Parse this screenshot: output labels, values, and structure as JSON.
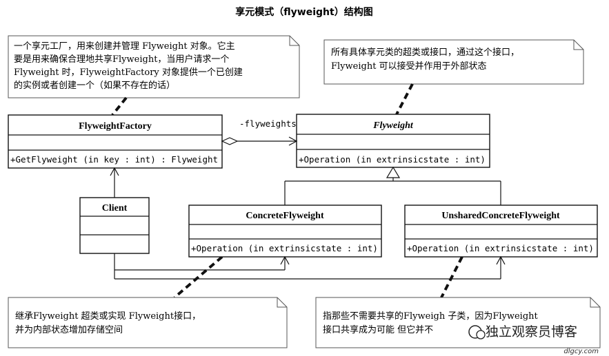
{
  "title": "享元模式（flyweight）结构图",
  "notes": {
    "factory": [
      "一个享元工厂，用来创建并管理 Flyweight 对象。它主",
      "要是用来确保合理地共享Flyweight，当用户请求一个",
      "Flyweight 时，FlyweightFactory 对象提供一个已创建",
      "的实例或者创建一个（如果不存在的话）"
    ],
    "flyweight": [
      "所有具体享元类的超类或接口，通过这个接口，",
      "Flyweight 可以接受并作用于外部状态"
    ],
    "concrete": [
      "继承Flyweight 超类或实现 Flyweight接口，",
      "并为内部状态增加存储空间"
    ],
    "unshared": [
      "指那些不需要共享的Flyweigh 子类，因为Flyweight",
      "接口共享成为可能  但它并不"
    ]
  },
  "classes": {
    "factory": {
      "name": "FlyweightFactory",
      "operation": "+GetFlyweight (in key  : int) : Flyweight"
    },
    "flyweight": {
      "name": "Flyweight",
      "operation": "+Operation (in extrinsicstate  : int)"
    },
    "client": {
      "name": "Client"
    },
    "concrete": {
      "name": "ConcreteFlyweight",
      "operation": "+Operation (in extrinsicstate  : int)"
    },
    "unshared": {
      "name": "UnsharedConcreteFlyweight",
      "operation": "+Operation (in extrinsicstate  : int)"
    }
  },
  "association_label": "-flyweights",
  "watermark": "独立观察员博客",
  "watermark_url": "dlgcy.com"
}
